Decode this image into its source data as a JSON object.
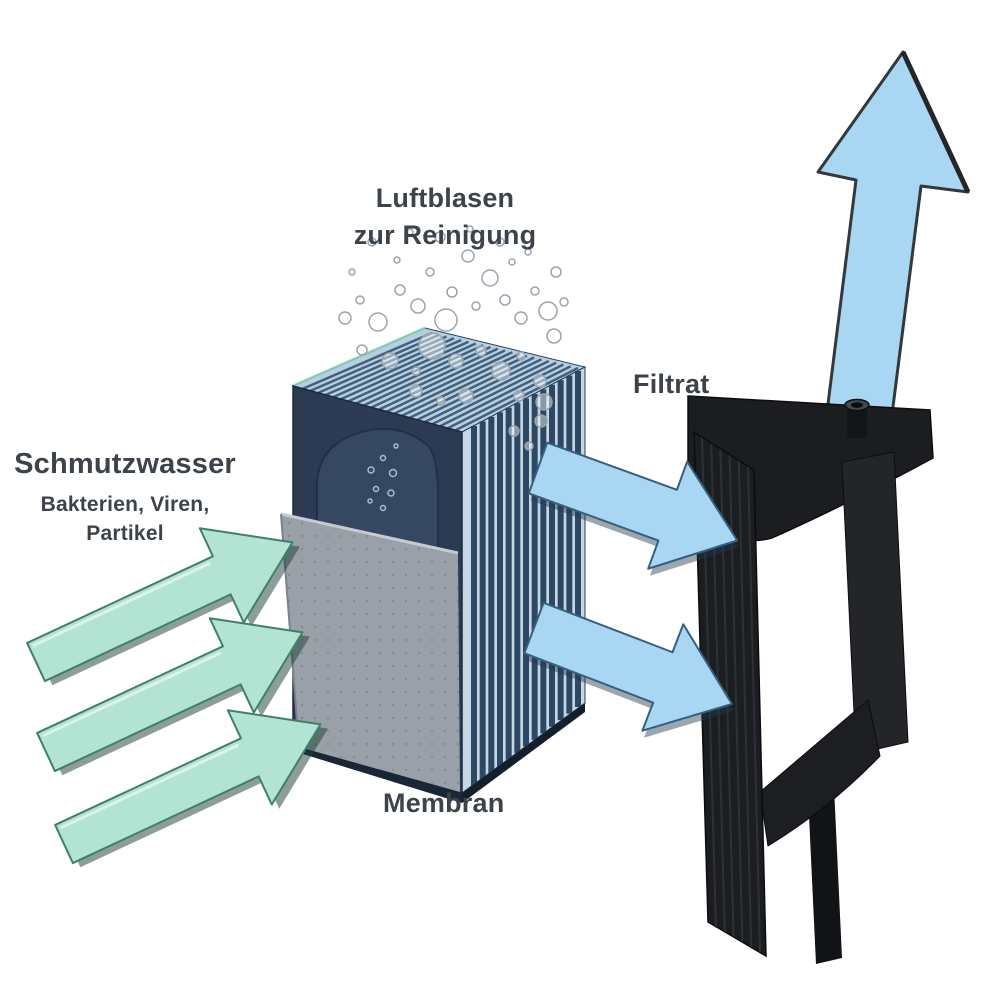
{
  "diagram": {
    "labels": {
      "bubbles_line1": "Luftblasen",
      "bubbles_line2": "zur Reinigung",
      "filtrate": "Filtrat",
      "dirty_water_title": "Schmutzwasser",
      "dirty_water_sub1": "Bakterien, Viren,",
      "dirty_water_sub2": "Partikel",
      "membrane": "Membran"
    },
    "colors": {
      "inflow_arrow": "#b2e3d3",
      "outflow_arrow": "#a9d6f2",
      "membrane_front": "#2c3b53",
      "membrane_plates": "#24415f",
      "housing": "#1b1d20",
      "label_text": "#3d434a"
    }
  }
}
